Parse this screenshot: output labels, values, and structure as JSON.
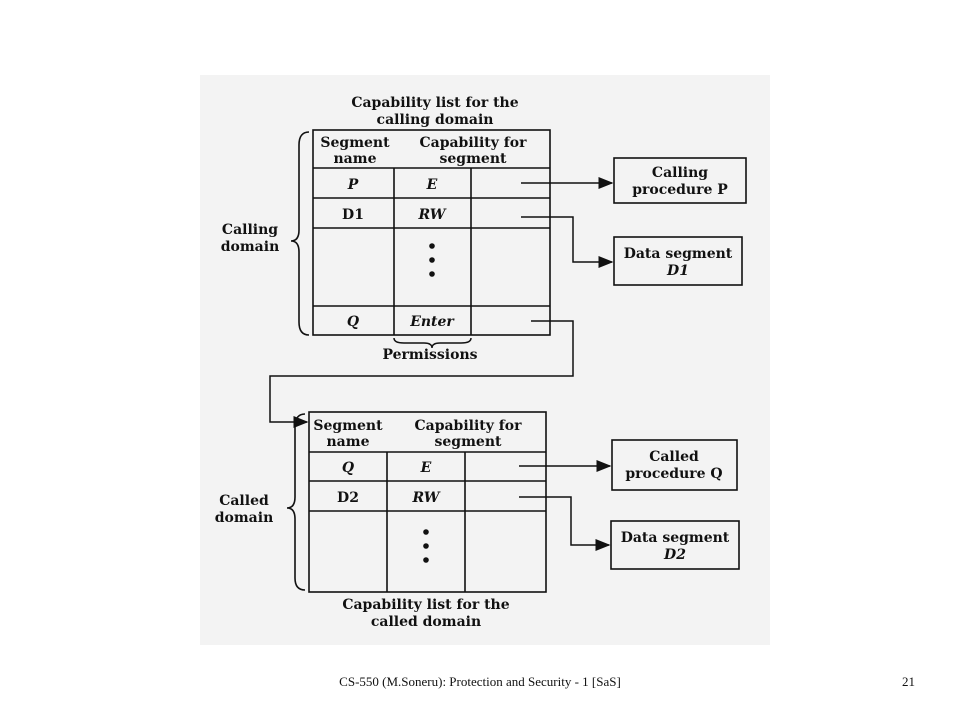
{
  "diagram": {
    "calling_list_title": [
      "Capability list for the",
      "calling domain"
    ],
    "called_list_title": [
      "Capability list for the",
      "called domain"
    ],
    "header_segment": [
      "Segment",
      "name"
    ],
    "header_capability": [
      "Capability for",
      "segment"
    ],
    "calling_rows": [
      {
        "name": "P",
        "cap": "E"
      },
      {
        "name": "D1",
        "cap": "RW"
      },
      {
        "name": "Q",
        "cap": "Enter"
      }
    ],
    "called_rows": [
      {
        "name": "Q",
        "cap": "E"
      },
      {
        "name": "D2",
        "cap": "RW"
      }
    ],
    "calling_domain_label": [
      "Calling",
      "domain"
    ],
    "called_domain_label": [
      "Called",
      "domain"
    ],
    "permissions_label": "Permissions",
    "boxes": {
      "calling_procedure": [
        "Calling",
        "procedure P"
      ],
      "data_segment_d1": [
        "Data segment",
        "D1"
      ],
      "called_procedure": [
        "Called",
        "procedure Q"
      ],
      "data_segment_d2": [
        "Data segment",
        "D2"
      ]
    }
  },
  "footer": {
    "text": "CS-550 (M.Soneru): Protection and Security - 1 [SaS]",
    "page": "21"
  }
}
